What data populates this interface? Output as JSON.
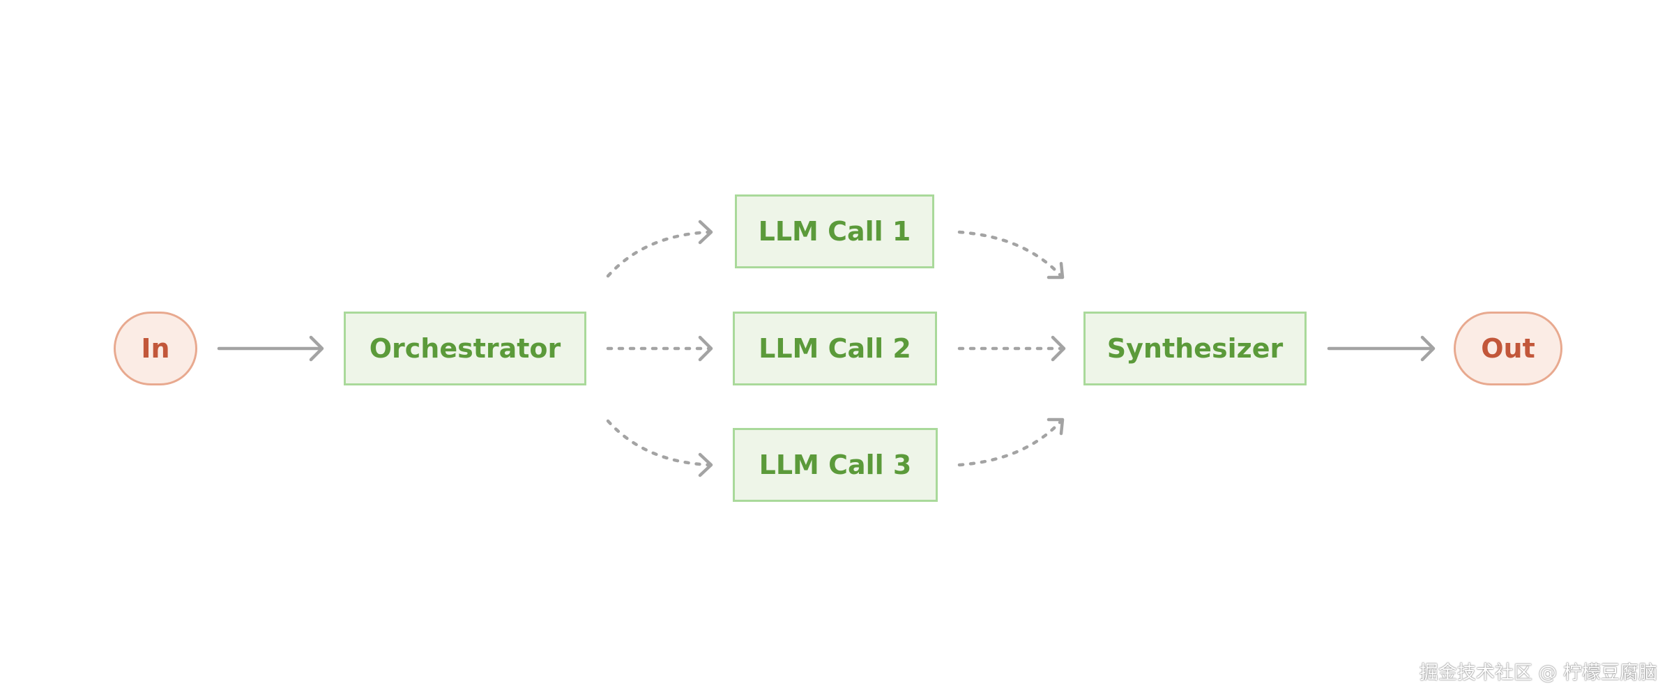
{
  "nodes": {
    "input": "In",
    "orchestrator": "Orchestrator",
    "llm_call_1": "LLM Call 1",
    "llm_call_2": "LLM Call 2",
    "llm_call_3": "LLM Call 3",
    "synthesizer": "Synthesizer",
    "output": "Out"
  },
  "edges": [
    {
      "from": "In",
      "to": "Orchestrator",
      "style": "solid"
    },
    {
      "from": "Orchestrator",
      "to": "LLM Call 1",
      "style": "dotted"
    },
    {
      "from": "Orchestrator",
      "to": "LLM Call 2",
      "style": "dotted"
    },
    {
      "from": "Orchestrator",
      "to": "LLM Call 3",
      "style": "dotted"
    },
    {
      "from": "LLM Call 1",
      "to": "Synthesizer",
      "style": "dotted"
    },
    {
      "from": "LLM Call 2",
      "to": "Synthesizer",
      "style": "dotted"
    },
    {
      "from": "LLM Call 3",
      "to": "Synthesizer",
      "style": "dotted"
    },
    {
      "from": "Synthesizer",
      "to": "Out",
      "style": "solid"
    }
  ],
  "watermark": "掘金技术社区 @ 柠檬豆腐脑",
  "colors": {
    "box_fill": "#eef5e8",
    "box_border": "#a9d99a",
    "box_text": "#5b9a3a",
    "terminal_fill": "#fbece5",
    "terminal_border": "#e8a98f",
    "terminal_text": "#c2573a",
    "arrow": "#a3a3a3"
  }
}
